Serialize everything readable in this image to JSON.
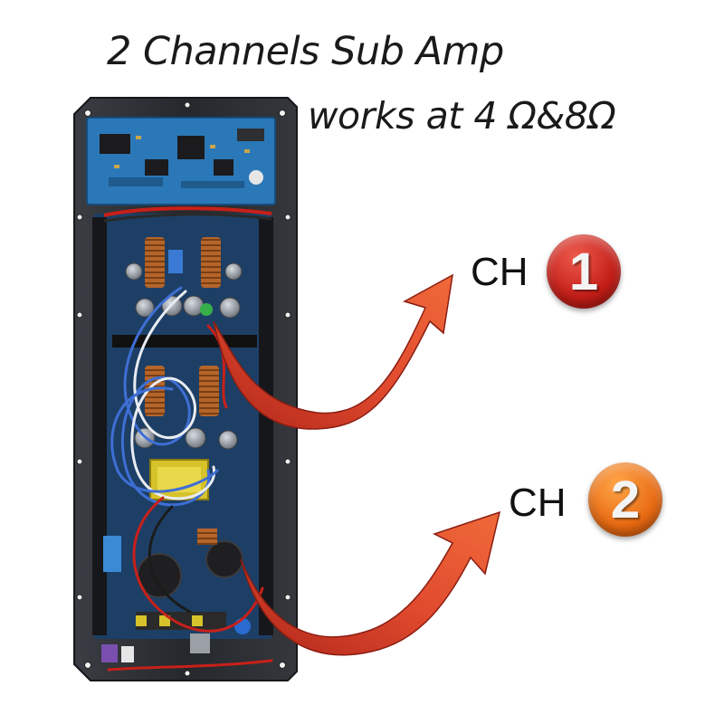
{
  "title": {
    "line1": "2 Channels Sub Amp",
    "line2": "works at 4 Ω&8Ω"
  },
  "channels": [
    {
      "prefix": "CH",
      "number": "1",
      "color": "#d42a22"
    },
    {
      "prefix": "CH",
      "number": "2",
      "color": "#f07a1c"
    }
  ],
  "colors": {
    "plate": "#2a2d32",
    "pcb_blue": "#2a78b8",
    "arrow_red": "#d83a28"
  }
}
